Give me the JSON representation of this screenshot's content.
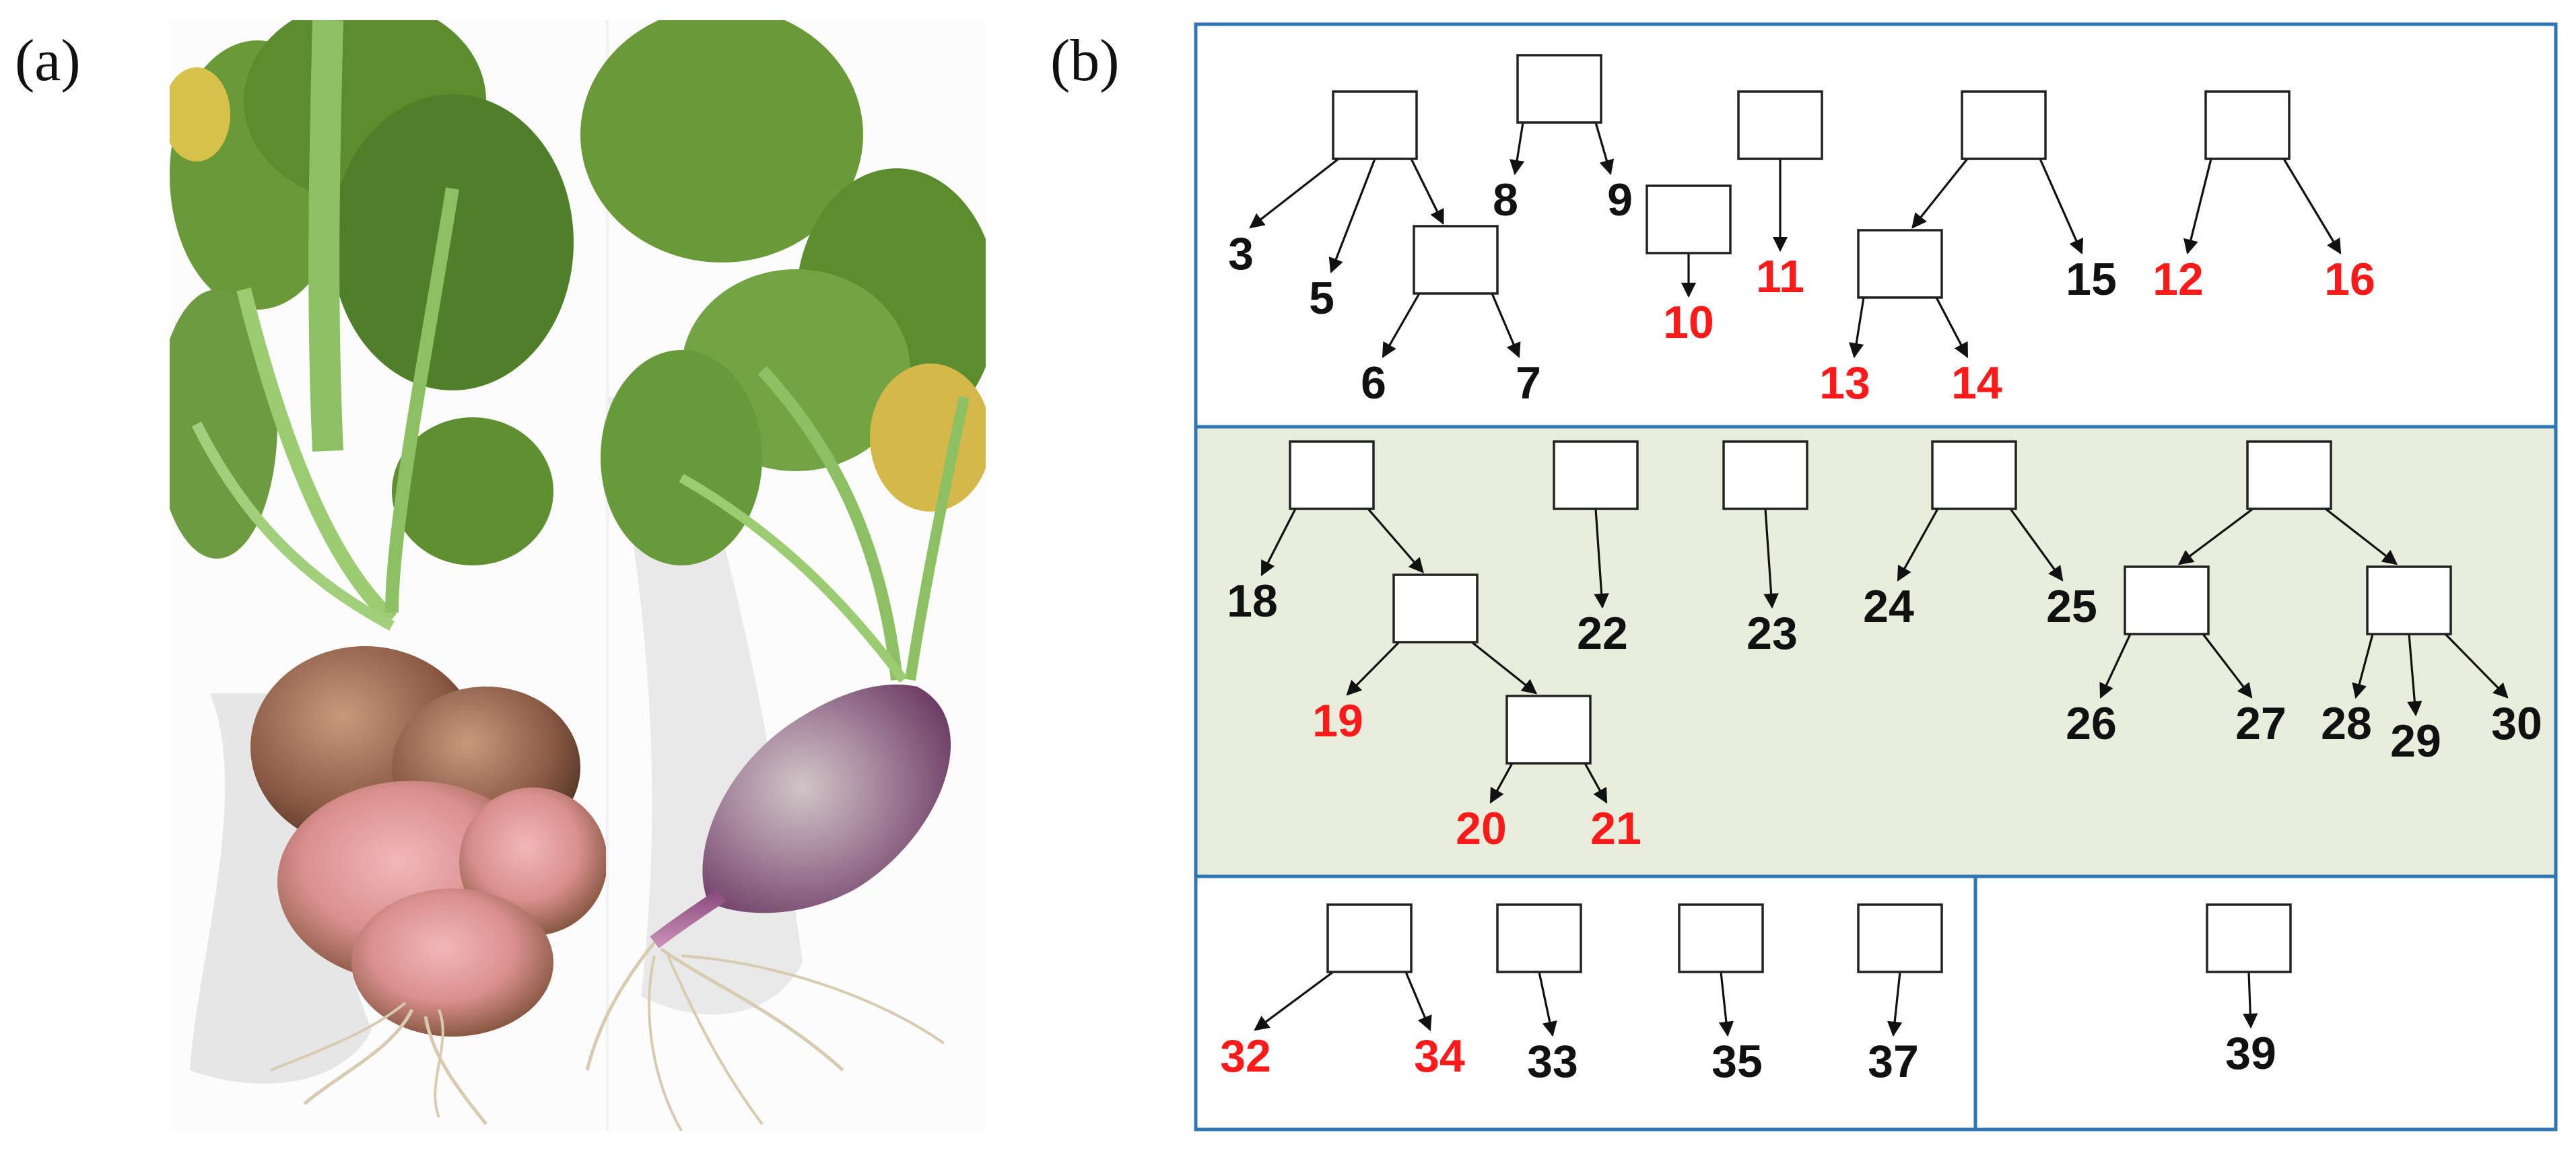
{
  "panels": {
    "a_label": "(a)",
    "b_label": "(b)"
  },
  "photo": {
    "description_icon": "turnip-clubroot-photo"
  },
  "colors": {
    "frame": "#2f75b5",
    "section_fill": "#e8eedb",
    "label_normal": "#111111",
    "label_highlight": "#ff1a1a",
    "photo_background": "#fdfdfd",
    "leaf_green": "#5b8c2e",
    "stem_green": "#8cc063",
    "gall_brown": "#8a5a44",
    "gall_pink": "#e8a0a6",
    "bulb_purple": "#9a6f8c"
  },
  "diagram": {
    "sections": [
      {
        "id": "top",
        "trees": [
          {
            "children": [
              {
                "label": "3",
                "highlight": false
              },
              {
                "label": "5",
                "highlight": false
              },
              {
                "children": [
                  {
                    "label": "6",
                    "highlight": false
                  },
                  {
                    "label": "7",
                    "highlight": false
                  }
                ]
              }
            ]
          },
          {
            "children": [
              {
                "label": "8",
                "highlight": false
              },
              {
                "label": "9",
                "highlight": false
              }
            ]
          },
          {
            "children": [
              {
                "label": "10",
                "highlight": true
              }
            ]
          },
          {
            "children": [
              {
                "label": "11",
                "highlight": true
              }
            ]
          },
          {
            "children": [
              {
                "children": [
                  {
                    "label": "13",
                    "highlight": true
                  },
                  {
                    "label": "14",
                    "highlight": true
                  }
                ]
              },
              {
                "label": "15",
                "highlight": false
              }
            ]
          },
          {
            "children": [
              {
                "label": "12",
                "highlight": true
              },
              {
                "label": "16",
                "highlight": true
              }
            ]
          }
        ]
      },
      {
        "id": "middle",
        "trees": [
          {
            "children": [
              {
                "label": "18",
                "highlight": false
              },
              {
                "children": [
                  {
                    "label": "19",
                    "highlight": true
                  },
                  {
                    "children": [
                      {
                        "label": "20",
                        "highlight": true
                      },
                      {
                        "label": "21",
                        "highlight": true
                      }
                    ]
                  }
                ]
              }
            ]
          },
          {
            "children": [
              {
                "label": "22",
                "highlight": false
              }
            ]
          },
          {
            "children": [
              {
                "label": "23",
                "highlight": false
              }
            ]
          },
          {
            "children": [
              {
                "label": "24",
                "highlight": false
              },
              {
                "label": "25",
                "highlight": false
              }
            ]
          },
          {
            "children": [
              {
                "children": [
                  {
                    "label": "26",
                    "highlight": false
                  },
                  {
                    "label": "27",
                    "highlight": false
                  }
                ]
              },
              {
                "children": [
                  {
                    "label": "28",
                    "highlight": false
                  },
                  {
                    "label": "29",
                    "highlight": false
                  },
                  {
                    "label": "30",
                    "highlight": false
                  }
                ]
              }
            ]
          }
        ]
      },
      {
        "id": "bottom-left",
        "trees": [
          {
            "children": [
              {
                "label": "32",
                "highlight": true
              },
              {
                "label": "34",
                "highlight": true
              }
            ]
          },
          {
            "children": [
              {
                "label": "33",
                "highlight": false
              }
            ]
          },
          {
            "children": [
              {
                "label": "35",
                "highlight": false
              }
            ]
          },
          {
            "children": [
              {
                "label": "37",
                "highlight": false
              }
            ]
          }
        ]
      },
      {
        "id": "bottom-right",
        "trees": [
          {
            "children": [
              {
                "label": "39",
                "highlight": false
              }
            ]
          }
        ]
      }
    ]
  }
}
